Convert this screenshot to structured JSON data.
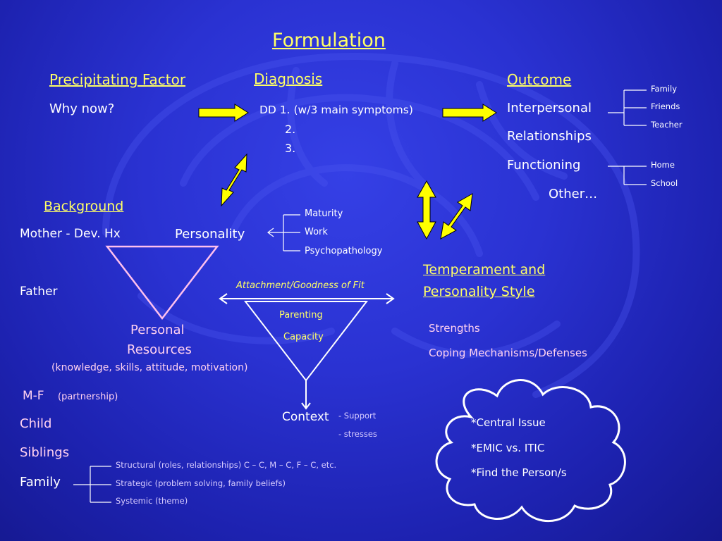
{
  "title": "Formulation",
  "headers": {
    "precipitating": "Precipitating Factor",
    "diagnosis": "Diagnosis",
    "outcome": "Outcome",
    "background": "Background",
    "temperament_line1": "Temperament and",
    "temperament_line2": "Personality Style"
  },
  "precipitating": {
    "why_now": "Why now?"
  },
  "diagnosis": {
    "dd1": "DD 1. (w/3 main symptoms)",
    "dd2": "2.",
    "dd3": "3."
  },
  "outcome": {
    "interpersonal": "Interpersonal",
    "relationships": "Relationships",
    "functioning": "Functioning",
    "other": "Other…",
    "interpersonal_branches": [
      "Family",
      "Friends",
      "Teacher"
    ],
    "functioning_branches": [
      "Home",
      "School"
    ]
  },
  "background": {
    "mother": "Mother  -   Dev. Hx",
    "personality": "Personality",
    "personality_branches": [
      "Maturity",
      "Work",
      "Psychopathology"
    ],
    "father": "Father",
    "personal_resources_1": "Personal",
    "personal_resources_2": "Resources",
    "resources_detail": "(knowledge, skills, attitude, motivation)",
    "mf": "M-F",
    "mf_detail": "(partnership)",
    "child": "Child",
    "siblings": "Siblings",
    "family": "Family",
    "family_branches": [
      "Structural  (roles, relationships) C – C, M – C, F – C, etc.",
      "Strategic  (problem solving, family beliefs)",
      "Systemic  (theme)"
    ]
  },
  "attachment": {
    "label": "Attachment/Goodness of Fit",
    "parenting": "Parenting",
    "capacity": "Capacity",
    "context": "Context",
    "support": "- Support",
    "stresses": "- stresses"
  },
  "temperament": {
    "strengths": "Strengths",
    "coping": "Coping Mechanisms/Defenses"
  },
  "cloud": {
    "item1": "*Central Issue",
    "item2": "*EMIC vs. ITIC",
    "item3": "*Find the Person/s"
  },
  "colors": {
    "background": "#2a32d2",
    "heading_yellow": "#ffff66",
    "arrow_yellow": "#ffff00",
    "triangle_pink": "#ffc0ee",
    "text_white": "#ffffff"
  }
}
